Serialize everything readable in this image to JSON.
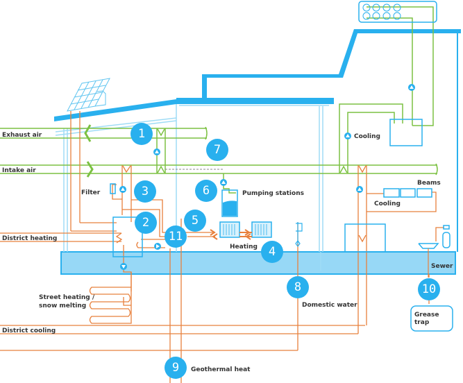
{
  "title": "Building energy systems diagram",
  "colors": {
    "structure": "#29b0ee",
    "structure_light": "#9fdcf6",
    "basement_fill": "#97d8f6",
    "air": "#7cc142",
    "heat": "#e8803c",
    "text": "#333333"
  },
  "labels": {
    "exhaust_air": "Exhaust air",
    "intake_air": "Intake air",
    "filter": "Filter",
    "district_heating": "District heating",
    "street_heating_1": "Street heating /",
    "street_heating_2": "snow melting",
    "district_cooling": "District cooling",
    "pumping_stations": "Pumping stations",
    "heating": "Heating",
    "domestic_water": "Domestic water",
    "geothermal_heat": "Geothermal heat",
    "cooling_top": "Cooling",
    "cooling_beams": "Cooling",
    "beams": "Beams",
    "sewer": "Sewer",
    "grease_trap_1": "Grease",
    "grease_trap_2": "trap"
  },
  "markers": [
    {
      "id": "1",
      "label": "1"
    },
    {
      "id": "2",
      "label": "2"
    },
    {
      "id": "3",
      "label": "3"
    },
    {
      "id": "4",
      "label": "4"
    },
    {
      "id": "5",
      "label": "5"
    },
    {
      "id": "6",
      "label": "6"
    },
    {
      "id": "7",
      "label": "7"
    },
    {
      "id": "8",
      "label": "8"
    },
    {
      "id": "9",
      "label": "9"
    },
    {
      "id": "10",
      "label": "10"
    },
    {
      "id": "11",
      "label": "11"
    }
  ]
}
